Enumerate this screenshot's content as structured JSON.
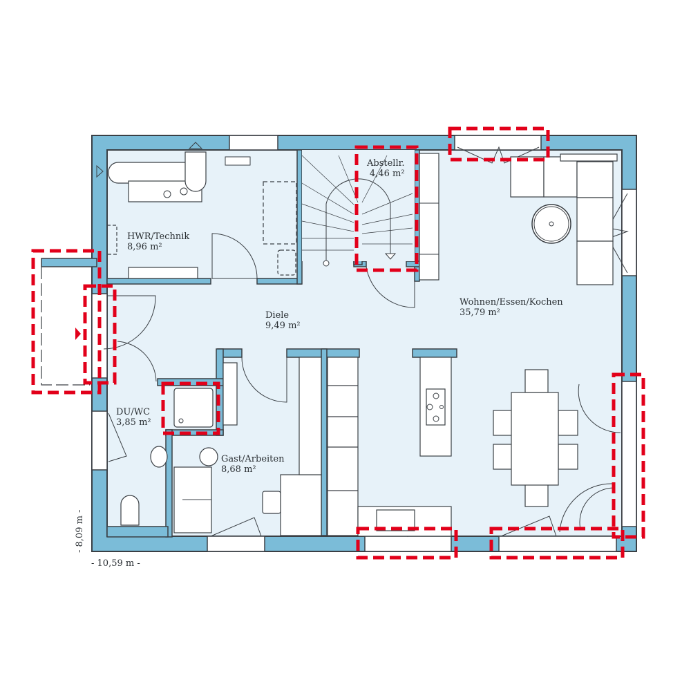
{
  "plan": {
    "colors": {
      "wall": "#7bbcd8",
      "room": "#e7f2f9",
      "outline": "#3a3f44",
      "marker": "#e2001a",
      "furniture": "#ffffff"
    },
    "rooms": [
      {
        "name": "HWR/Technik",
        "area": "8,96 m²"
      },
      {
        "name": "Abstellr.",
        "area": "4,46 m²"
      },
      {
        "name": "Wohnen/Essen/Kochen",
        "area": "35,79 m²"
      },
      {
        "name": "Diele",
        "area": "9,49 m²"
      },
      {
        "name": "DU/WC",
        "area": "3,85 m²"
      },
      {
        "name": "Gast/Arbeiten",
        "area": "8,68 m²"
      }
    ],
    "dimensions": {
      "width": "- 10,59 m -",
      "height": "- 8,09 m -"
    }
  }
}
